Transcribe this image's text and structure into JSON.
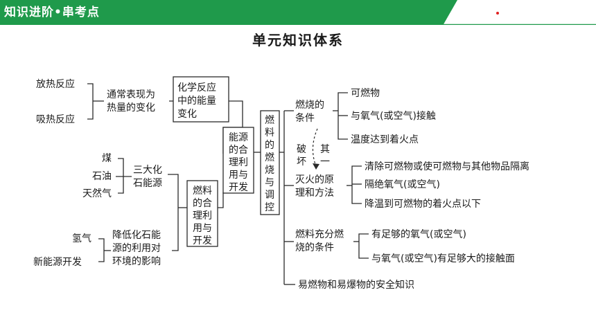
{
  "banner": {
    "title": "知识进阶•串考点",
    "color": "#1f9a4b"
  },
  "page_title": "单元知识体系",
  "diagram": {
    "heat": {
      "release": "放热反应",
      "absorb": "吸热反应",
      "manifest": [
        "通常表现为",
        "热量的变化"
      ],
      "box": [
        "化学反应",
        "中的能量",
        "变化"
      ]
    },
    "fossil": {
      "coal": "煤",
      "oil": "石油",
      "gas": "天然气",
      "three": [
        "三大化",
        "石能源"
      ]
    },
    "reduce": {
      "hydrogen": "氢气",
      "new_energy": "新能源开发",
      "text": [
        "降低化石能",
        "源的利用对",
        "环境的影响"
      ]
    },
    "fuel_use_box": [
      "燃料",
      "的合",
      "理利",
      "用与",
      "开发"
    ],
    "energy_box": [
      "能源",
      "的合",
      "理利",
      "用与",
      "开发"
    ],
    "combustion_box": [
      "燃",
      "料",
      "的",
      "燃",
      "烧",
      "与",
      "调",
      "控"
    ],
    "conditions": {
      "label": [
        "燃烧的",
        "条件"
      ],
      "items": [
        "可燃物",
        "与氧气(或空气)接触",
        "温度达到着火点"
      ],
      "destroy": [
        "破",
        "坏"
      ],
      "one_of": [
        "其",
        "一"
      ]
    },
    "extinguish": {
      "label": [
        "灭火的原",
        "理和方法"
      ],
      "items": [
        "清除可燃物或使可燃物与其他物品隔离",
        "隔绝氧气(或空气)",
        "降温到可燃物的着火点以下"
      ]
    },
    "full_burn": {
      "label": [
        "燃料充分燃",
        "烧的条件"
      ],
      "items": [
        "有足够的氧气(或空气)",
        "与氧气(或空气)有足够大的接触面"
      ]
    },
    "safety": "易燃物和易爆物的安全知识"
  }
}
